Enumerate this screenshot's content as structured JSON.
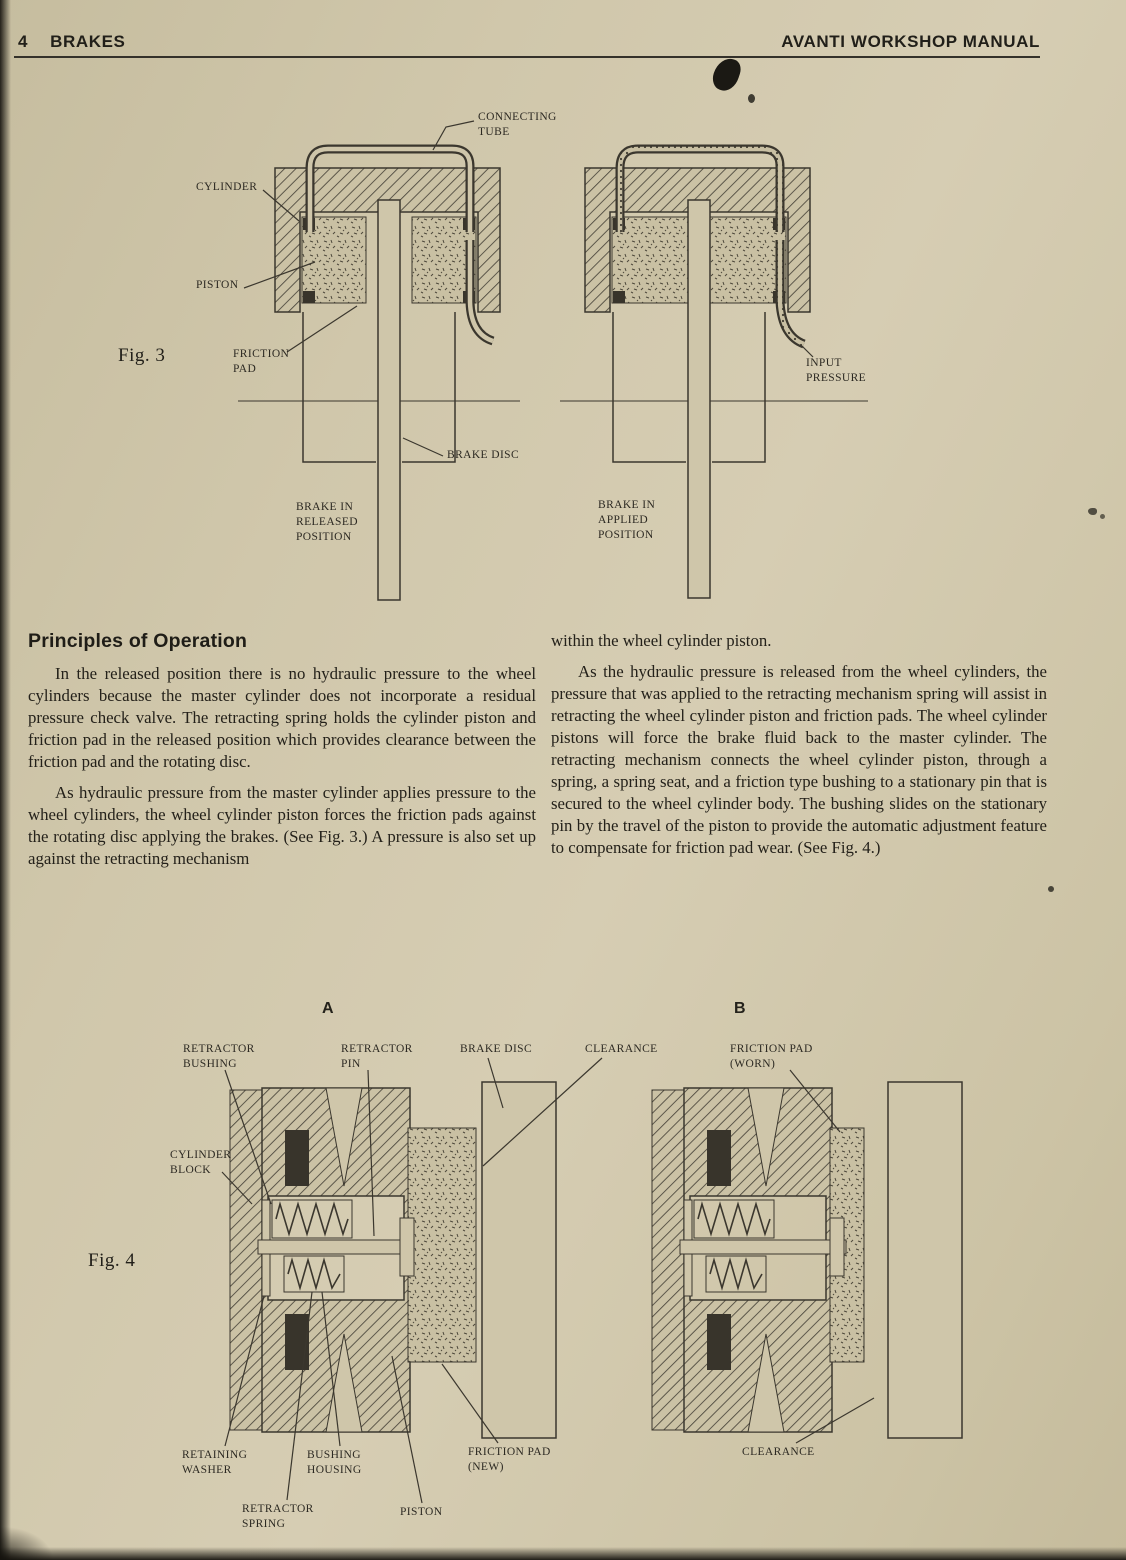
{
  "header": {
    "page_number": "4",
    "section": "BRAKES",
    "manual_title": "AVANTI WORKSHOP MANUAL"
  },
  "fig3": {
    "caption": "Fig. 3",
    "labels": {
      "connecting_tube": "CONNECTING\nTUBE",
      "cylinder": "CYLINDER",
      "piston": "PISTON",
      "friction_pad": "FRICTION\nPAD",
      "brake_disc": "BRAKE DISC",
      "brake_released": "BRAKE IN\nRELEASED\nPOSITION",
      "input_pressure": "INPUT\nPRESSURE",
      "brake_applied": "BRAKE IN\nAPPLIED\nPOSITION"
    }
  },
  "body": {
    "heading": "Principles of Operation",
    "left": [
      "In the released position there is no hydraulic pressure to the wheel cylinders because the master cylinder does not incorporate a residual pressure check valve. The retracting spring holds the cylinder piston and friction pad in the released position which provides clearance between the friction pad and the rotating disc.",
      "As hydraulic pressure from the master cylinder applies pressure to the wheel cylinders, the wheel cylinder piston forces the friction pads against the rotating disc applying the brakes. (See Fig. 3.) A pressure is also set up against the retracting mechanism"
    ],
    "right": [
      "within the wheel cylinder piston.",
      "As the hydraulic pressure is released from the wheel cylinders, the pressure that was applied to the retracting mechanism spring will assist in retracting the wheel cylinder piston and friction pads. The wheel cylinder pistons will force the brake fluid back to the master cylinder. The retracting mechanism connects the wheel cylinder piston, through a spring, a spring seat, and a friction type bushing to a stationary pin that is secured to the wheel cylinder body. The bushing slides on the stationary pin by the travel of the piston to provide the automatic adjustment feature to compensate for friction pad wear. (See Fig. 4.)"
    ]
  },
  "fig4": {
    "caption": "Fig. 4",
    "view_a": "A",
    "view_b": "B",
    "labels": {
      "retractor_bushing": "RETRACTOR\nBUSHING",
      "retractor_pin": "RETRACTOR\nPIN",
      "brake_disc": "BRAKE DISC",
      "clearance_top": "CLEARANCE",
      "friction_pad_worn": "FRICTION PAD\n(WORN)",
      "cylinder_block": "CYLINDER\nBLOCK",
      "retaining_washer": "RETAINING\nWASHER",
      "bushing_housing": "BUSHING\nHOUSING",
      "retractor_spring": "RETRACTOR\nSPRING",
      "piston": "PISTON",
      "friction_pad_new": "FRICTION PAD\n(NEW)",
      "clearance_bottom": "CLEARANCE"
    }
  }
}
